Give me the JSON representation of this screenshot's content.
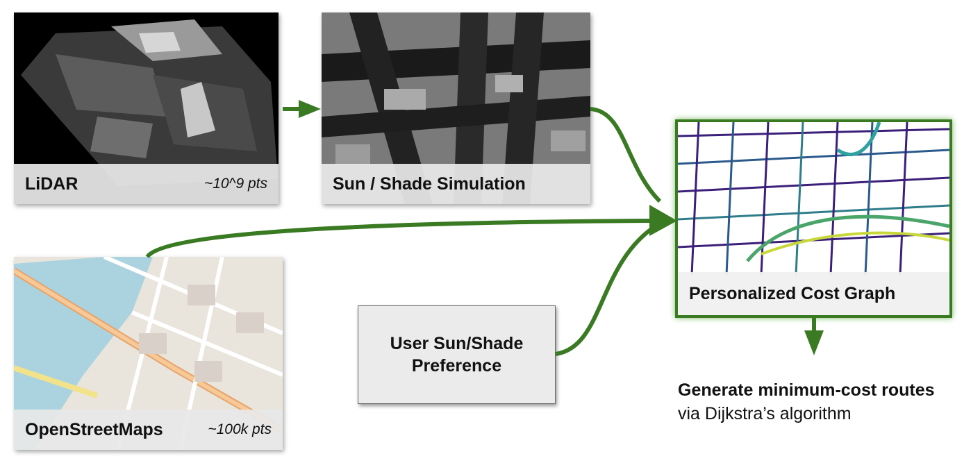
{
  "lidar": {
    "title": "LiDAR",
    "count": "~10^9 pts"
  },
  "shade": {
    "title": "Sun / Shade Simulation"
  },
  "osm": {
    "title": "OpenStreetMaps",
    "count": "~100k pts"
  },
  "graph": {
    "title": "Personalized Cost Graph"
  },
  "preference": {
    "line1": "User Sun/Shade",
    "line2": "Preference"
  },
  "output": {
    "line1": "Generate minimum-cost routes",
    "line2": "via Dijkstra’s algorithm"
  },
  "colors": {
    "arrow": "#3a7a23",
    "graph_border": "#3a7a23"
  }
}
